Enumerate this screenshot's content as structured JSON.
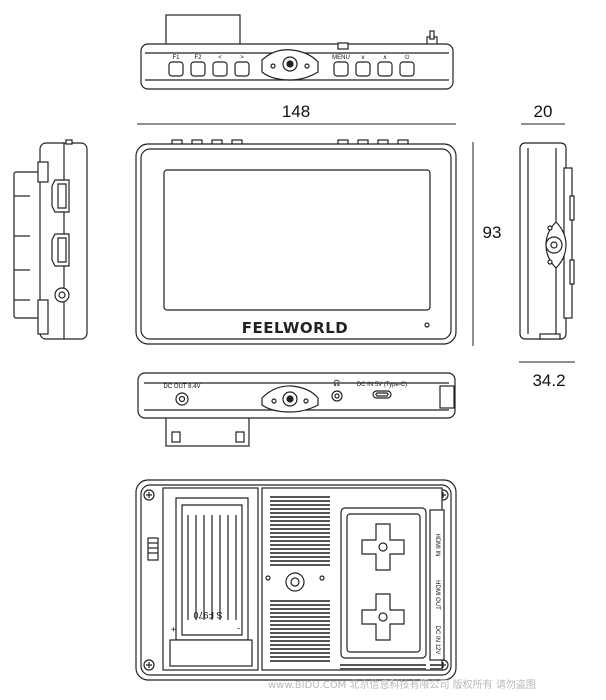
{
  "dimensions": {
    "width": "148",
    "height": "93",
    "depth": "20",
    "depth_total": "34.2"
  },
  "top_view": {
    "buttons": [
      "F1",
      "F2",
      "<",
      ">",
      "MENU",
      "∨",
      "∧",
      "⏻"
    ]
  },
  "front_view": {
    "brand": "FEELWORLD"
  },
  "bottom_view": {
    "dc_out": "DC OUT 8.4V",
    "dc_in": "DC IN 5V (Type-C)"
  },
  "back_view": {
    "battery_label": "S F970",
    "plus": "+",
    "minus": "-",
    "hdmi_in": "HDMI IN",
    "hdmi_out": "HDMI OUT",
    "dc_in_12v": "DC IN 12V"
  },
  "watermark": "www.BIDU.COM 北京信息科技有限公司 版权所有 请勿盗图"
}
